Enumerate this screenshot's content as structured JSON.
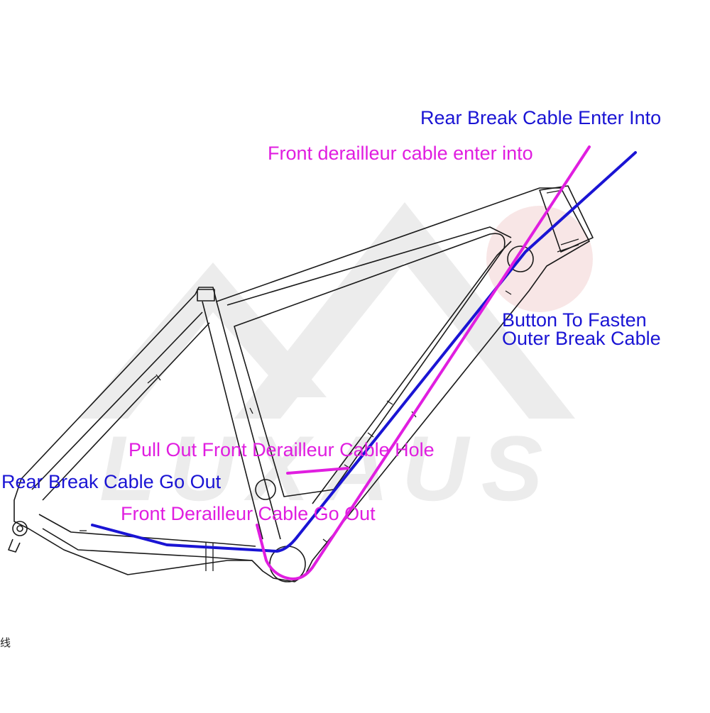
{
  "colors": {
    "rear_brake": "#1a14d4",
    "front_derailleur": "#e01ee0",
    "frame": "#1a1a1a",
    "watermark": "#ebebeb",
    "watermark_accent": "#f6e2e2"
  },
  "labels": {
    "rear_brake_enter": "Rear Break Cable Enter Into",
    "front_derailleur_enter": "Front derailleur cable enter into",
    "button_fasten_line1": "Button To Fasten",
    "button_fasten_line2": "Outer Break Cable",
    "pull_out_hole": "Pull Out Front Derailleur Cable Hole",
    "rear_brake_out": "Rear Break Cable Go Out",
    "front_derailleur_out": "Front Derailleur Cable Go Out",
    "footnote": "线"
  },
  "watermark": {
    "brand": "LUXAUS"
  }
}
